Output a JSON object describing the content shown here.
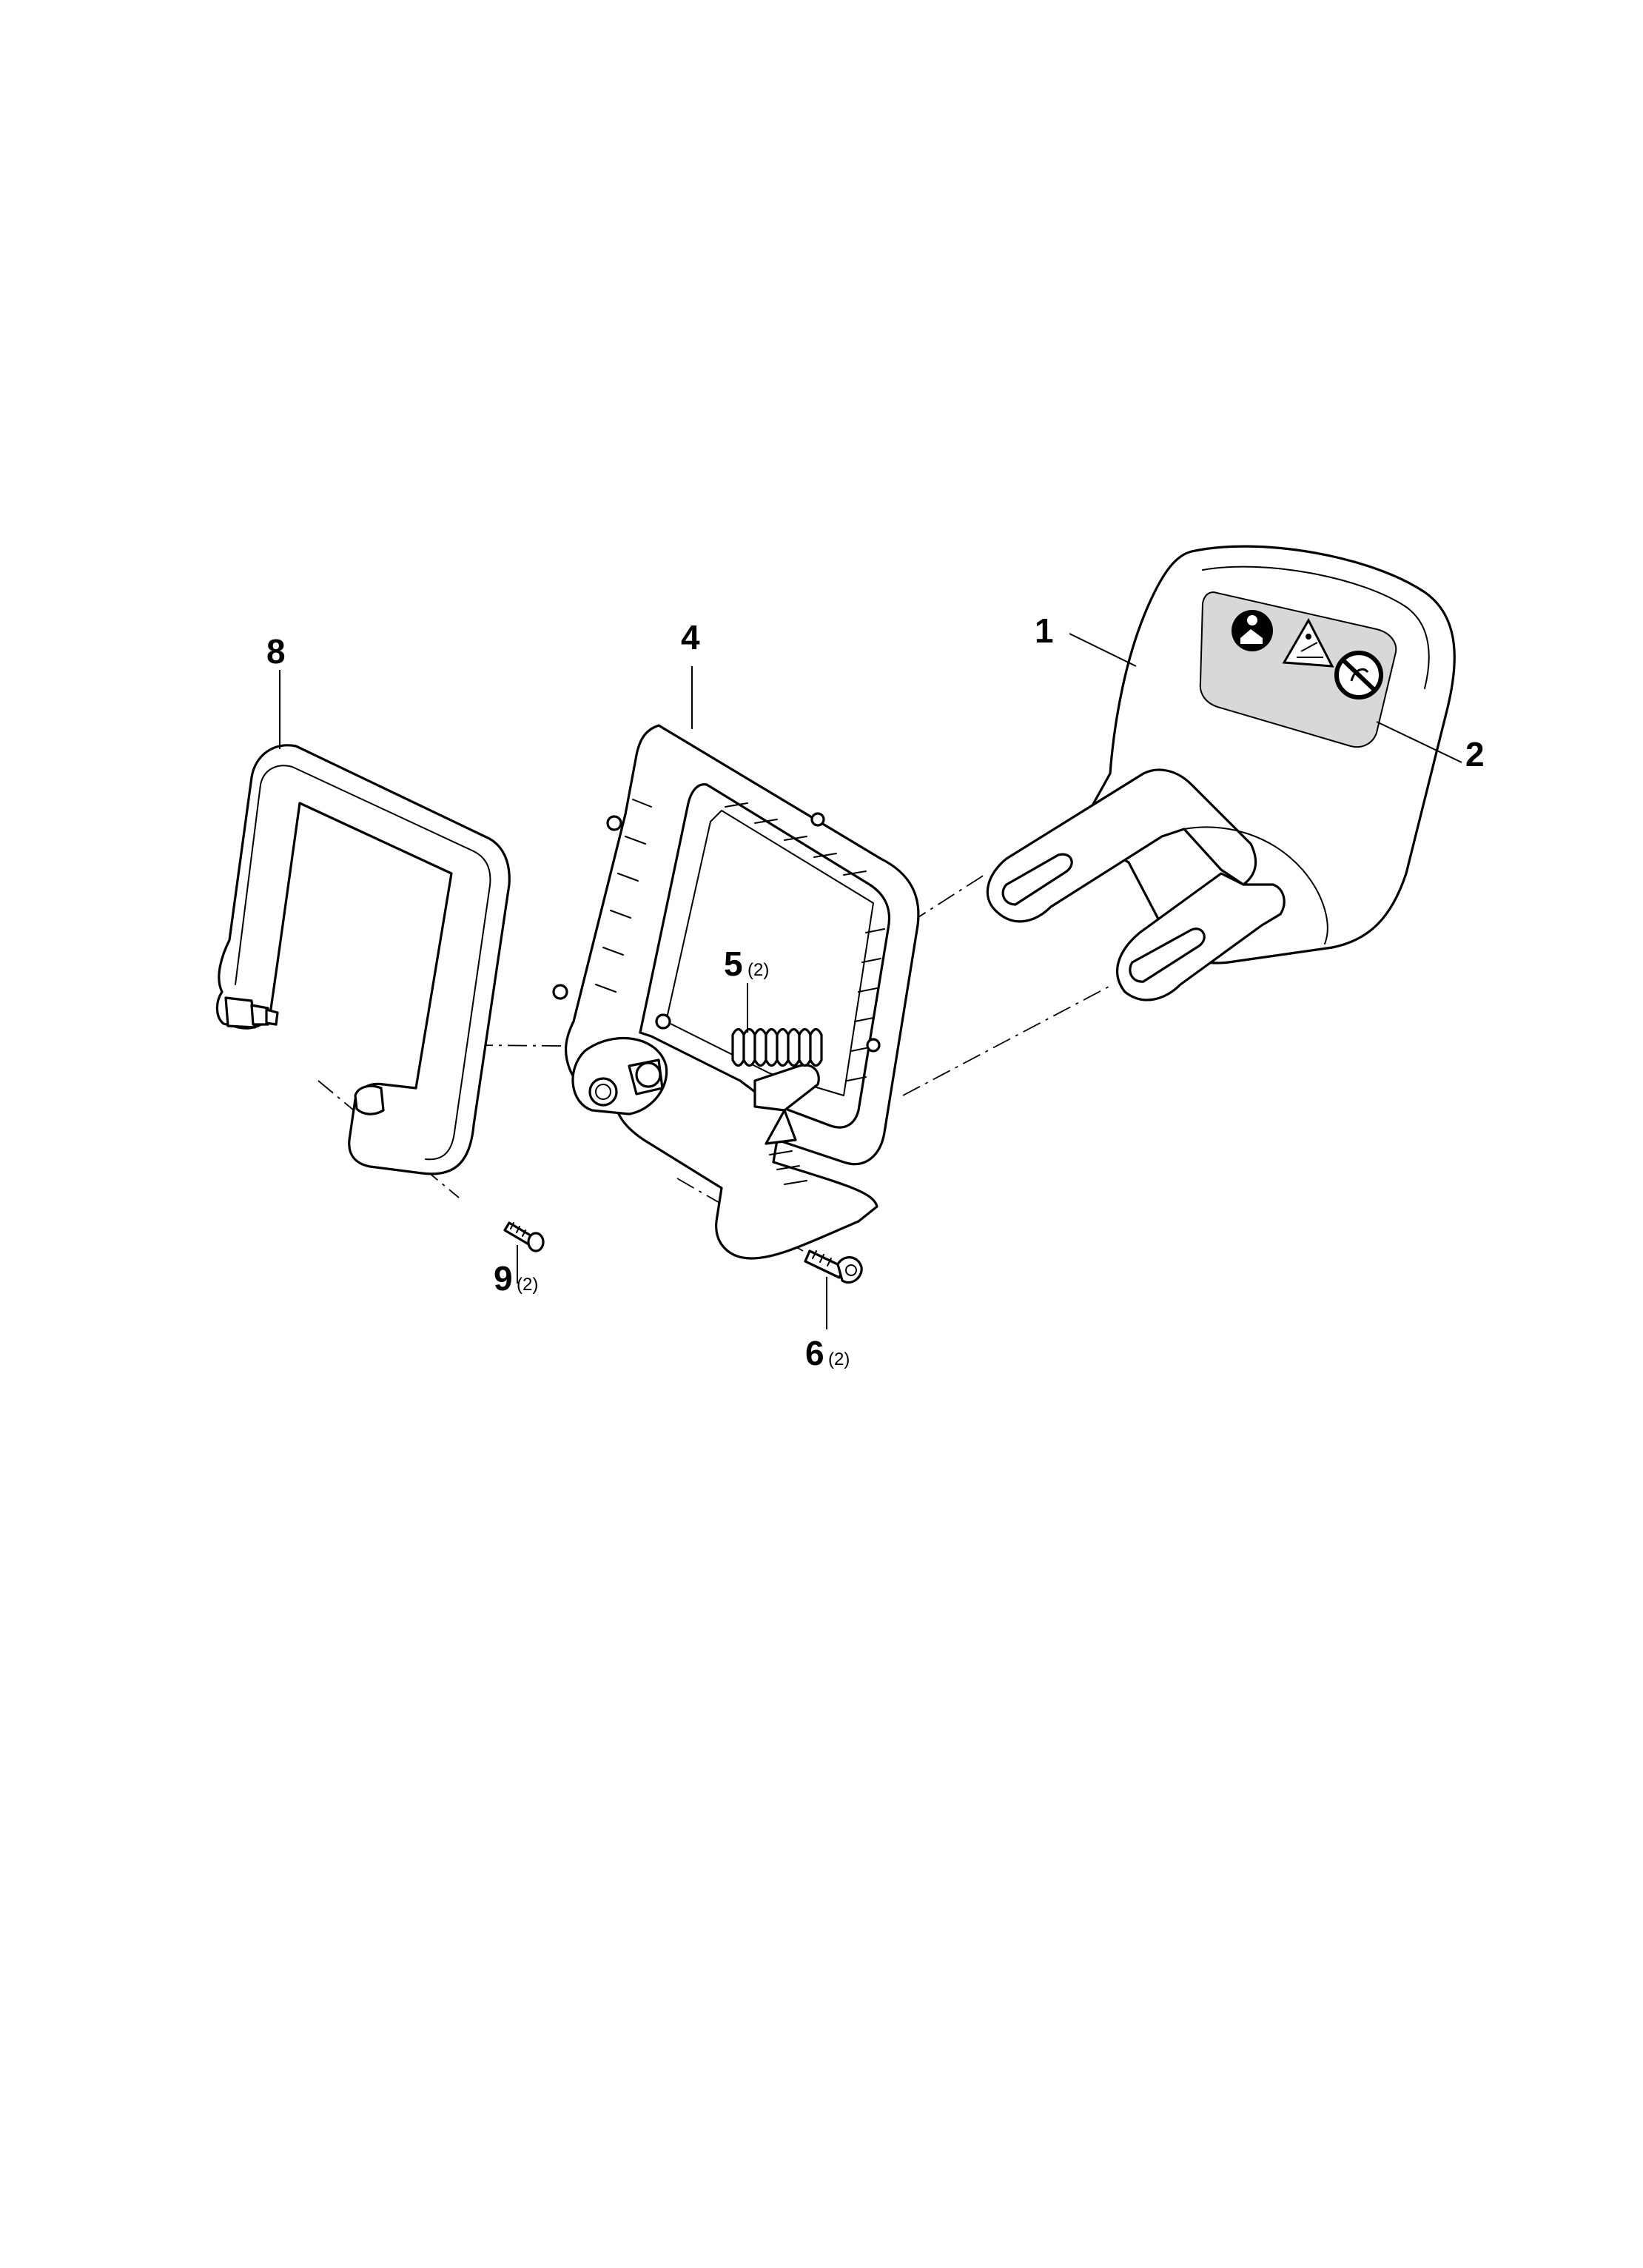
{
  "callouts": [
    {
      "id": "1",
      "label": "1",
      "qty": ""
    },
    {
      "id": "2",
      "label": "2",
      "qty": ""
    },
    {
      "id": "4",
      "label": "4",
      "qty": ""
    },
    {
      "id": "5",
      "label": "5",
      "qty": "(2)"
    },
    {
      "id": "6",
      "label": "6",
      "qty": "(2)"
    },
    {
      "id": "8",
      "label": "8",
      "qty": ""
    },
    {
      "id": "9",
      "label": "9",
      "qty": "(2)"
    }
  ],
  "decal_icons": [
    "read-manual-icon",
    "thrown-objects-warning-icon",
    "no-spray-icon"
  ]
}
